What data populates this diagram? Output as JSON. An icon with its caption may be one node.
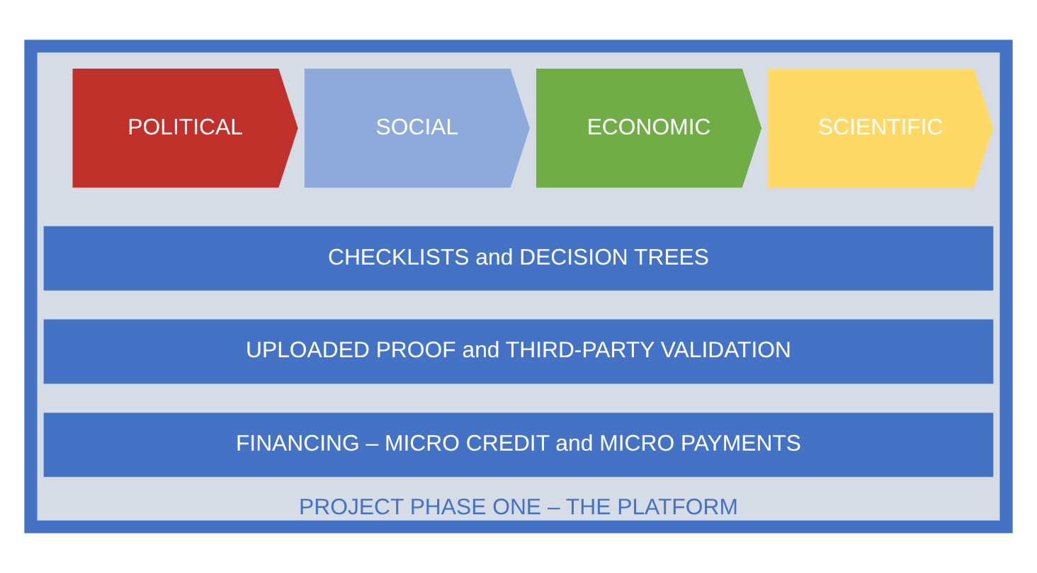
{
  "diagram": {
    "nodes": [
      {
        "text": [
          "PROJECT PHASE ONE – THE PLATFORM"
        ]
      },
      {
        "text": [
          "POLITICAL"
        ],
        "in": 0
      },
      {
        "text": [
          "SOCIAL"
        ],
        "in": 0
      },
      {
        "text": [
          "ECONOMIC"
        ],
        "in": 0
      },
      {
        "text": [
          "SCIENTIFIC"
        ],
        "in": 0
      },
      {
        "text": [
          "CHECKLISTS and DECISION TREES"
        ],
        "in": 0
      },
      {
        "text": [
          "UPLOADED PROOF and THIRD-PARTY VALIDATION"
        ],
        "in": 0
      },
      {
        "text": [
          "FINANCING – MICRO CREDIT and MICRO PAYMENTS"
        ],
        "in": 0
      }
    ]
  }
}
